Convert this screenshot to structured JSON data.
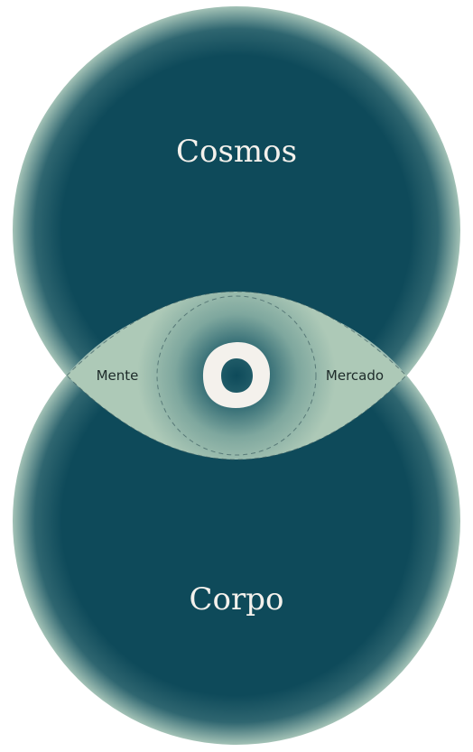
{
  "labels": {
    "top_circle": "Cosmos",
    "bottom_circle": "Corpo",
    "left_lens": "Mente",
    "right_lens": "Mercado"
  },
  "colors": {
    "circle_core": "#0e4a5a",
    "circle_edge": "#9fbfb4",
    "lens_fill": "#adc9b7",
    "lens_center": "#0e4a5a",
    "dashed_stroke": "#3f5f62",
    "ring_fill": "#f4f1ec",
    "label_light": "#f4f1ec",
    "label_dark": "#1e2b2a"
  },
  "icons": {
    "center": "ring-icon"
  }
}
